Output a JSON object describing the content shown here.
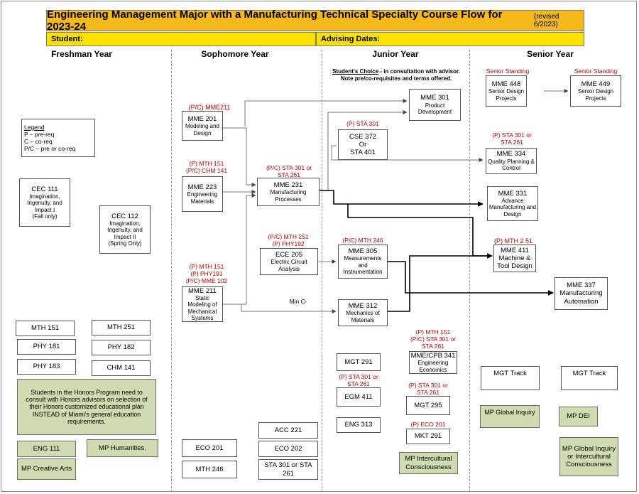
{
  "title": "Engineering Management Major with a Manufacturing Technical Specialty Course Flow for 2023-24",
  "revision": "(revised 6/2023)",
  "student_label": "Student:",
  "advising_label": "Advising Dates:",
  "years": [
    "Freshman Year",
    "Sophomore Year",
    "Junior Year",
    "Senior Year"
  ],
  "students_choice": "Student's Choice",
  "choice_note_1": " - in consultation with advisor.",
  "choice_note_2": "Note pre/co-requisites and terms offered.",
  "legend": {
    "title": "Legend",
    "lines": [
      "P – pre-req",
      "C – co-req",
      "P/C – pre or co-req"
    ]
  },
  "min_grade": "Min C-",
  "courses": {
    "cec111": {
      "code": "CEC 111",
      "name": "Imagination, Ingenuity, and Impact I",
      "note": "(Fall only)"
    },
    "cec112": {
      "code": "CEC 112",
      "name": "Imagination, Ingenuity, and Impact II",
      "note": "(Spring Only)"
    },
    "mme201": {
      "code": "MME 201",
      "name": "Modeling and Design"
    },
    "mme223": {
      "code": "MME 223",
      "name": "Engineering Materials"
    },
    "mme211": {
      "code": "MME 211",
      "name": "Static Modeling of Mechanical Systems"
    },
    "mme231": {
      "code": "MME 231",
      "name": "Manufacturing Processes"
    },
    "ece205": {
      "code": "ECE 205",
      "name": "Electric Circuit Analysis"
    },
    "mme301": {
      "code": "MME 301",
      "name": "Product Development"
    },
    "cse372": {
      "code": "CSE 372",
      "or": "Or",
      "alt": "STA 401"
    },
    "mme305": {
      "code": "MME 305",
      "name": "Measurements and Instrumentation"
    },
    "mme312": {
      "code": "MME 312",
      "name": "Mechanics of Materials"
    },
    "mme448": {
      "code": "MME 448",
      "name": "Senior Design Projects"
    },
    "mme449": {
      "code": "MME 449",
      "name": "Senior Design Projects"
    },
    "mme334": {
      "code": "MME 334",
      "name": "Quality Planning & Control"
    },
    "mme331": {
      "code": "MME 331",
      "name": "Advance Manufacturing and Design"
    },
    "mme411": {
      "code": "MME 411",
      "name": "Machine & Tool Design"
    },
    "mme337": {
      "code": "MME 337",
      "name": "Manufacturing Automation"
    },
    "mme341": {
      "code": "MME/CPB 341",
      "name": "Engineering Economics"
    },
    "mgt291": "MGT 291",
    "egm411": "EGM 411",
    "eng313": "ENG 313",
    "mgt295": "MGT 295",
    "mkt291": "MKT 291",
    "mgt_track1": "MGT Track",
    "mgt_track2": "MGT Track",
    "mth151": "MTH 151",
    "mth251": "MTH 251",
    "phy181": "PHY 181",
    "phy182": "PHY 182",
    "phy183": "PHY 183",
    "chm141": "CHM 141",
    "eng111": "ENG 111",
    "eco201": "ECO 201",
    "mth246": "MTH 246",
    "acc221": "ACC 221",
    "eco202": "ECO 202",
    "sta301": "STA 301 or STA 261"
  },
  "green": {
    "honors": "Students in the Honors Program need to consult with Honors advisors on selection of their Honors customized educational plan INSTEAD of Miami's general education requirements.",
    "mp_humanities": "MP Humanities.",
    "mp_creative": "MP Creative Arts",
    "mp_intercultural": "MP Intercultural Consciousness",
    "mp_global1": "MP Global Inquiry",
    "mp_dei": "MP DEI",
    "mp_global2": "MP Global Inquiry or Intercultural Consciousness"
  },
  "prereqs": {
    "mme201": "(P/C) MME211",
    "mme223_1": "(P) MTH 151",
    "mme223_2": "(P/C) CHM 141",
    "mme211_1": "(P) MTH 151",
    "mme211_2": "(P) PHY191",
    "mme211_3": "(P/C) MME 102",
    "mme231_1": "(P/C) STA 301 or",
    "mme231_2": "STA 261",
    "ece205_1": "(P/C) MTH 251",
    "ece205_2": "(P) PHY192",
    "cse372": "(P) STA 301",
    "mme305": "(P/C) MTH 246",
    "senior1": "Senior Standing",
    "senior2": "Senior Standing",
    "mme334_1": "(P) STA 301  or",
    "mme334_2": "STA 261",
    "mme411": "(P)  MTH 2 51",
    "mme341_1": "(P) MTH 151",
    "mme341_2": "(P/C) STA 301 or",
    "mme341_3": "STA 261",
    "egm411_1": "(P) STA 301 or",
    "egm411_2": "STA 261",
    "mgt295_1": "(P) STA 301 or",
    "mgt295_2": "STA 261",
    "mkt291": "(P) ECO 201"
  }
}
